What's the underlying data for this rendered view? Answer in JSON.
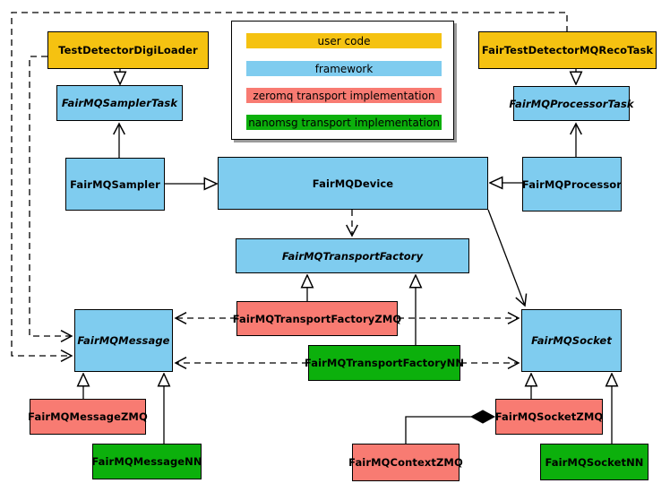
{
  "colors": {
    "user_code": "#F5C211",
    "framework": "#7FCCEF",
    "zeromq": "#F87B72",
    "nanomsg": "#0CB00C"
  },
  "legend": {
    "items": [
      {
        "label": "user code",
        "color": "#F5C211"
      },
      {
        "label": "framework",
        "color": "#7FCCEF"
      },
      {
        "label": "zeromq transport implementation",
        "color": "#F87B72"
      },
      {
        "label": "nanomsg transport implementation",
        "color": "#0CB00C"
      }
    ]
  },
  "nodes": {
    "testDetectorDigiLoader": {
      "label": "TestDetectorDigiLoader"
    },
    "fairTestDetectorMQRecoTask": {
      "label": "FairTestDetectorMQRecoTask"
    },
    "fairMQSamplerTask": {
      "label": "FairMQSamplerTask"
    },
    "fairMQProcessorTask": {
      "label": "FairMQProcessorTask"
    },
    "fairMQSampler": {
      "label": "FairMQSampler"
    },
    "fairMQDevice": {
      "label": "FairMQDevice"
    },
    "fairMQProcessor": {
      "label": "FairMQProcessor"
    },
    "fairMQTransportFactory": {
      "label": "FairMQTransportFactory"
    },
    "fairMQTransportFactoryZMQ": {
      "label": "FairMQTransportFactoryZMQ"
    },
    "fairMQTransportFactoryNN": {
      "label": "FairMQTransportFactoryNN"
    },
    "fairMQMessage": {
      "label": "FairMQMessage"
    },
    "fairMQSocket": {
      "label": "FairMQSocket"
    },
    "fairMQMessageZMQ": {
      "label": "FairMQMessageZMQ"
    },
    "fairMQMessageNN": {
      "label": "FairMQMessageNN"
    },
    "fairMQSocketZMQ": {
      "label": "FairMQSocketZMQ"
    },
    "fairMQSocketNN": {
      "label": "FairMQSocketNN"
    },
    "fairMQContextZMQ": {
      "label": "FairMQContextZMQ"
    }
  }
}
